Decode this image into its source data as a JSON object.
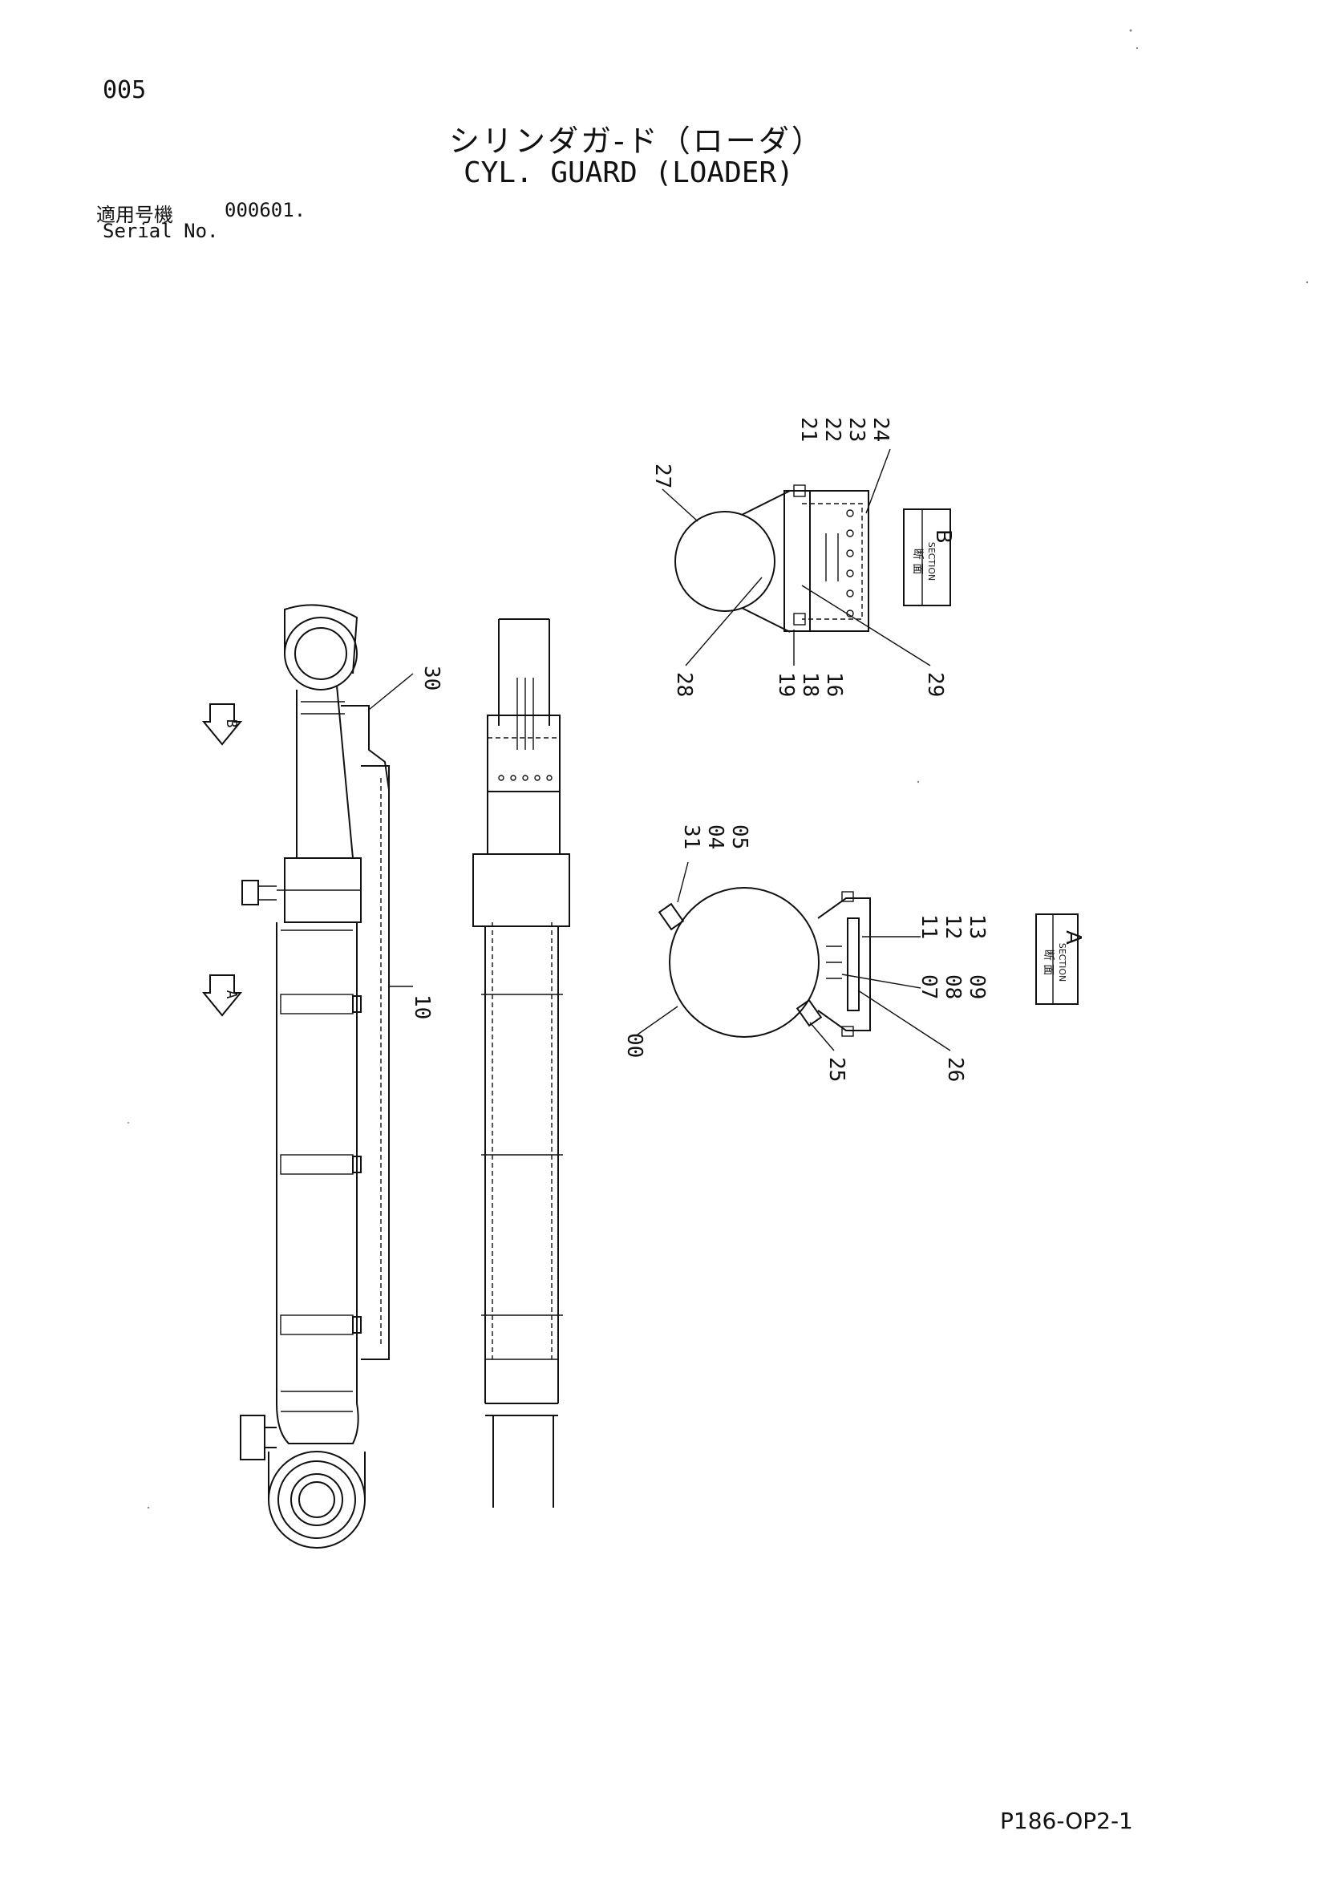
{
  "header": {
    "page_number": "005",
    "title_jp": "シリンダガ-ド（ローダ）",
    "title_en": "CYL. GUARD (LOADER)",
    "serial_label_jp": "適用号機",
    "serial_value": "000601.",
    "serial_label_en": "Serial No."
  },
  "footer": {
    "drawing_code": "P186-OP2-1"
  },
  "view_markers": {
    "b": "B",
    "a": "A"
  },
  "section_b": {
    "jp": "断 面",
    "en": "SECTION",
    "letter": "B",
    "top_labels": [
      "21",
      "22",
      "23",
      "24"
    ],
    "bottom_labels": [
      "19",
      "18",
      "16"
    ],
    "label_27": "27",
    "label_28": "28",
    "label_29": "29"
  },
  "section_a": {
    "jp": "断 面",
    "en": "SECTION",
    "letter": "A",
    "top_labels": [
      "31",
      "04",
      "05"
    ],
    "right_labels": [
      "11",
      "12",
      "13"
    ],
    "mid_labels": [
      "07",
      "08",
      "09"
    ],
    "label_00": "00",
    "label_25": "25",
    "label_26": "26"
  },
  "side_view": {
    "label_30": "30",
    "label_10": "10"
  }
}
